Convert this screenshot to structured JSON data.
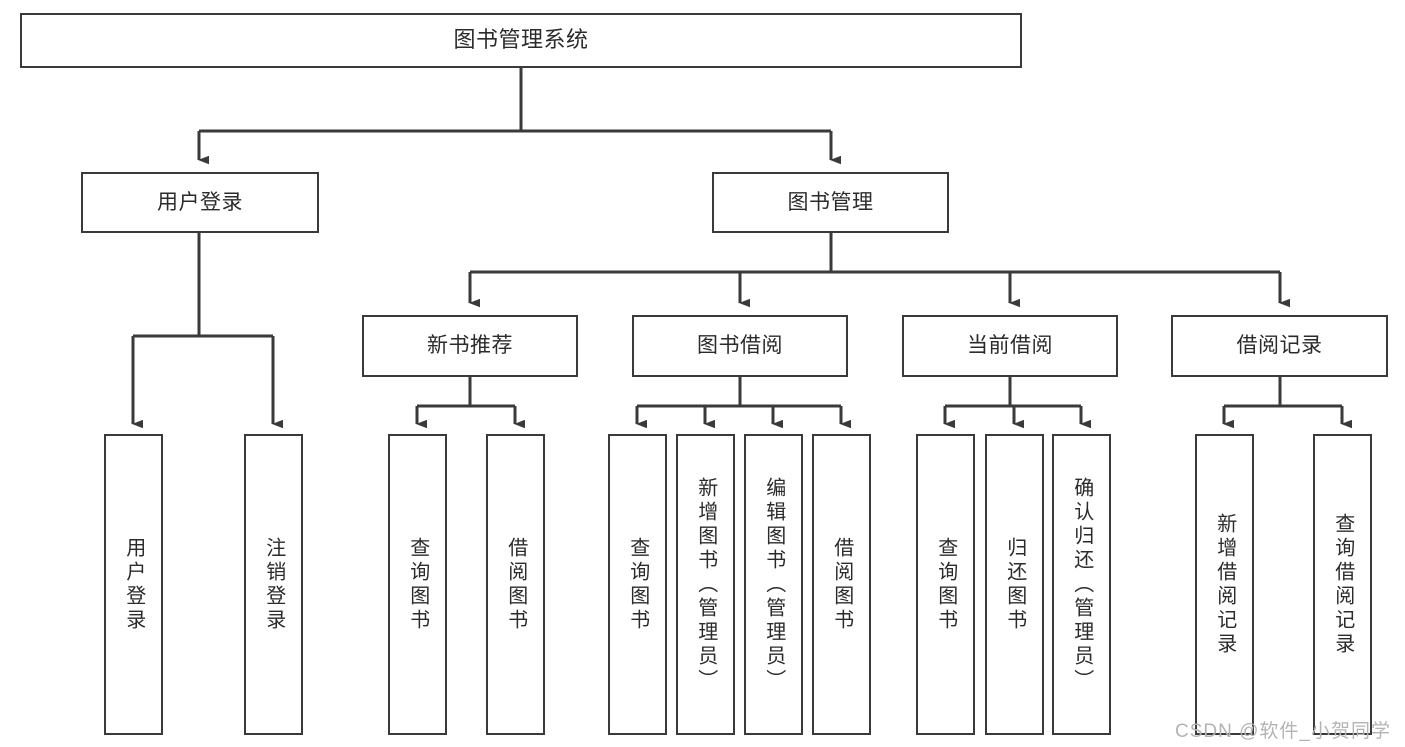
{
  "diagram": {
    "title": "图书管理系统",
    "watermark": "CSDN @软件_小贺同学",
    "levels": {
      "root": {
        "label": "图书管理系统"
      },
      "level1": [
        {
          "label": "用户登录"
        },
        {
          "label": "图书管理"
        }
      ],
      "level2": [
        {
          "label": "新书推荐"
        },
        {
          "label": "图书借阅"
        },
        {
          "label": "当前借阅"
        },
        {
          "label": "借阅记录"
        }
      ],
      "leaves": {
        "user_login": [
          {
            "label": "用户登录"
          },
          {
            "label": "注销登录"
          }
        ],
        "new_book_recommend": [
          {
            "label": "查询图书"
          },
          {
            "label": "借阅图书"
          }
        ],
        "book_borrow": [
          {
            "label": "查询图书"
          },
          {
            "label": "新增图书（管理员）"
          },
          {
            "label": "编辑图书（管理员）"
          },
          {
            "label": "借阅图书"
          }
        ],
        "current_borrow": [
          {
            "label": "查询图书"
          },
          {
            "label": "归还图书"
          },
          {
            "label": "确认归还（管理员）"
          }
        ],
        "borrow_record": [
          {
            "label": "新增借阅记录"
          },
          {
            "label": "查询借阅记录"
          }
        ]
      }
    },
    "colors": {
      "stroke": "#3a3a3a",
      "text": "#2b2b2b",
      "background": "#ffffff",
      "watermark": "#b4b4b4"
    }
  }
}
